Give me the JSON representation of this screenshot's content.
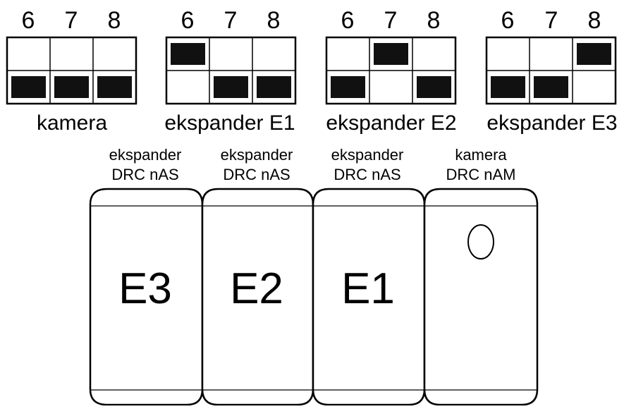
{
  "switch_groups": [
    {
      "id": "kamera",
      "pin_labels": [
        "6",
        "7",
        "8"
      ],
      "on_pins": [
        "6",
        "7",
        "8"
      ],
      "on_row": "bottom",
      "label": "kamera",
      "switches": [
        {
          "pin": "6",
          "position": "bottom"
        },
        {
          "pin": "7",
          "position": "bottom"
        },
        {
          "pin": "8",
          "position": "bottom"
        }
      ]
    },
    {
      "id": "e1",
      "pin_labels": [
        "6",
        "7",
        "8"
      ],
      "label": "ekspander E1",
      "switches": [
        {
          "pin": "6",
          "position": "top"
        },
        {
          "pin": "7",
          "position": "bottom"
        },
        {
          "pin": "8",
          "position": "bottom"
        }
      ]
    },
    {
      "id": "e2",
      "pin_labels": [
        "6",
        "7",
        "8"
      ],
      "label": "ekspander E2",
      "switches": [
        {
          "pin": "6",
          "position": "bottom"
        },
        {
          "pin": "7",
          "position": "top"
        },
        {
          "pin": "8",
          "position": "bottom"
        }
      ]
    },
    {
      "id": "e3",
      "pin_labels": [
        "6",
        "7",
        "8"
      ],
      "label": "ekspander E3",
      "switches": [
        {
          "pin": "6",
          "position": "bottom"
        },
        {
          "pin": "7",
          "position": "bottom"
        },
        {
          "pin": "8",
          "position": "top"
        }
      ]
    }
  ],
  "modules": [
    {
      "id": "e3",
      "caption_line1": "ekspander",
      "caption_line2": "DRC nAS",
      "face_label": "E3",
      "has_lens": false
    },
    {
      "id": "e2",
      "caption_line1": "ekspander",
      "caption_line2": "DRC nAS",
      "face_label": "E2",
      "has_lens": false
    },
    {
      "id": "e1",
      "caption_line1": "ekspander",
      "caption_line2": "DRC nAS",
      "face_label": "E1",
      "has_lens": false
    },
    {
      "id": "kamera",
      "caption_line1": "kamera",
      "caption_line2": "DRC nAM",
      "face_label": "",
      "has_lens": true
    }
  ]
}
